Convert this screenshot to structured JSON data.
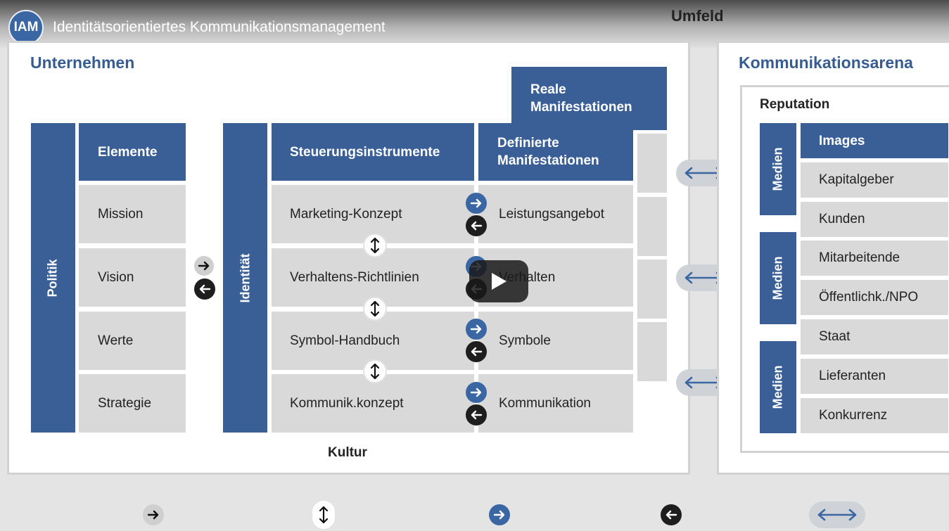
{
  "video": {
    "logo_text": "IAM",
    "title": "Identitätsorientiertes Kommunikationsmanagement"
  },
  "environment_label": "Umfeld",
  "company": {
    "title": "Unternehmen",
    "politik_label": "Politik",
    "elements_header": "Elemente",
    "elements": [
      "Mission",
      "Vision",
      "Werte",
      "Strategie"
    ],
    "identitaet_label": "Identität",
    "instruments_header": "Steuerungsinstrumente",
    "instruments": [
      "Marketing-Konzept",
      "Verhaltens-Richtlinien",
      "Symbol-Handbuch",
      "Kommunik.konzept"
    ],
    "defined_header": [
      "Definierte",
      "Manifestationen"
    ],
    "defined": [
      "Leistungsangebot",
      "Verhalten",
      "Symbole",
      "Kommunikation"
    ],
    "real_header": [
      "Reale",
      "Manifestationen"
    ],
    "culture_label": "Kultur"
  },
  "arena": {
    "title": "Kommunikationsarena",
    "reputation_label": "Reputation",
    "medien_label": "Medien",
    "images_header": "Images",
    "stakeholders": [
      "Kapitalgeber",
      "Kunden",
      "Mitarbeitende",
      "Öffentlichk./NPO",
      "Staat",
      "Lieferanten",
      "Konkurrenz"
    ]
  },
  "legend": [
    "arrow-right-grey",
    "arrow-updown",
    "arrow-right-blue",
    "arrow-left-black",
    "arrow-leftright"
  ],
  "colors": {
    "accent_blue": "#3a5f97",
    "cell_grey": "#d9d9d9",
    "arrow_blue": "#3a67a3",
    "arrow_black": "#1e1e1e"
  }
}
